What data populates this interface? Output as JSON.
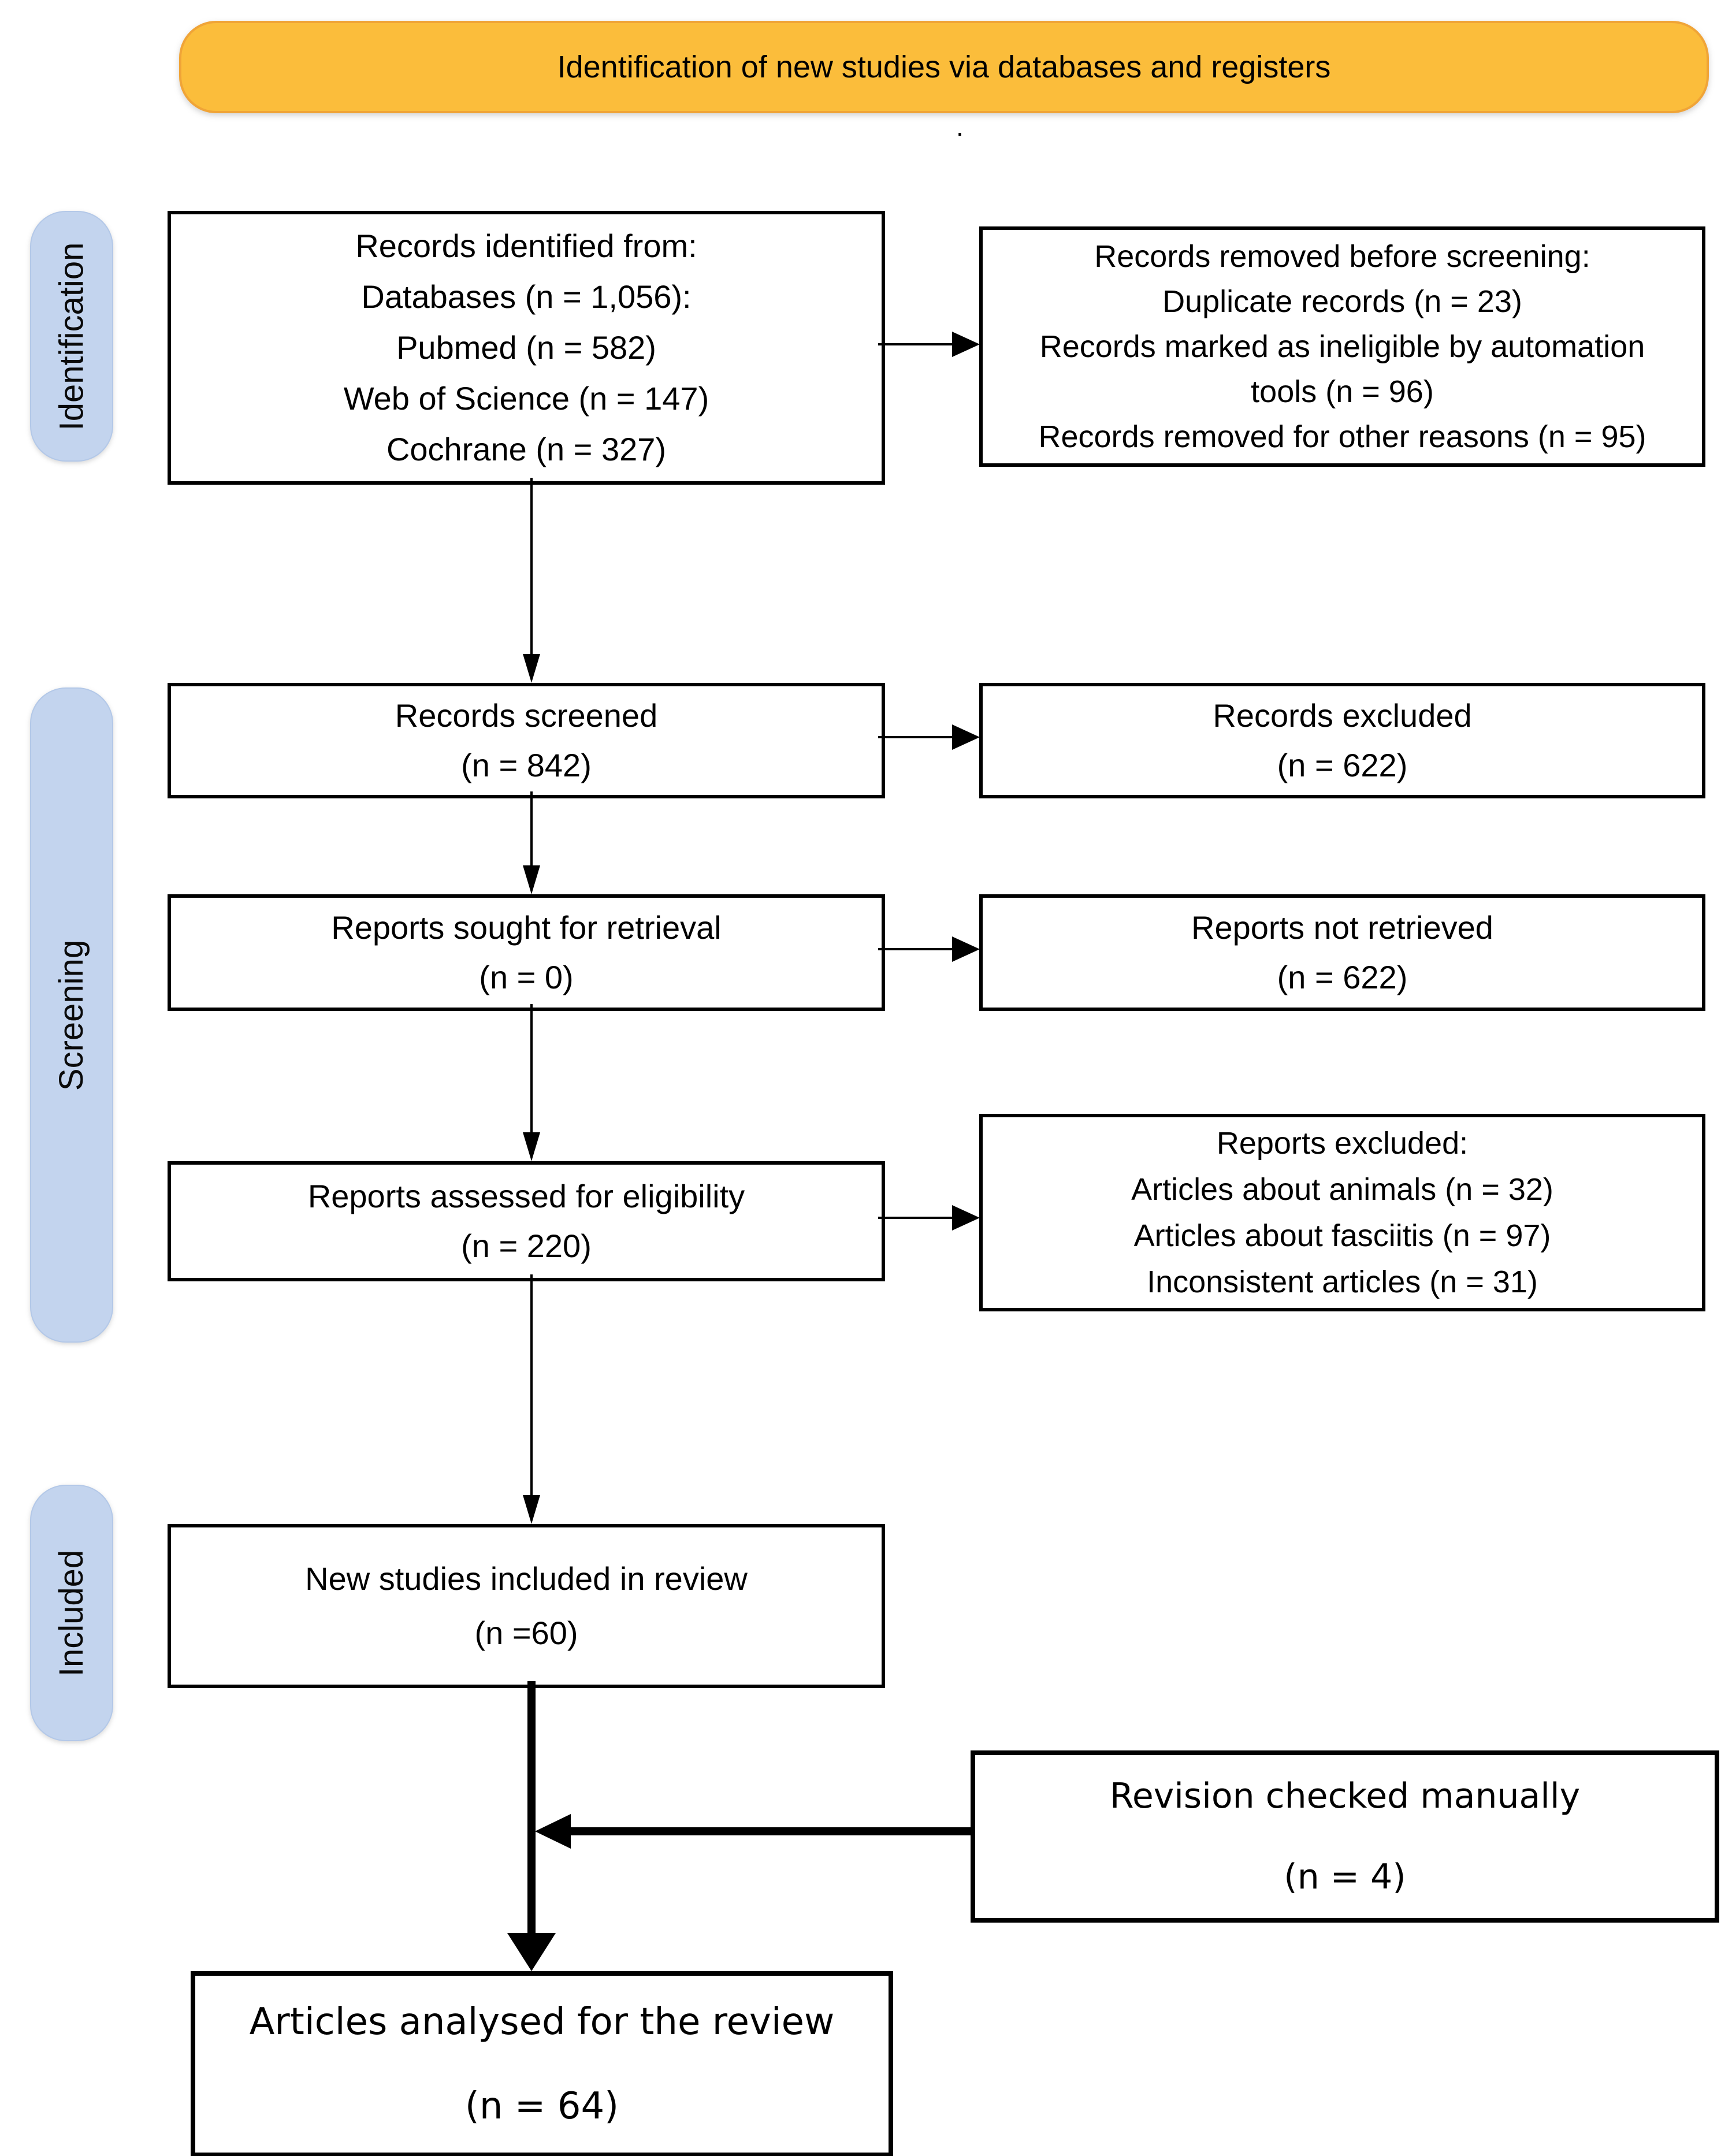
{
  "header": {
    "title": "Identification of new studies via databases and registers",
    "stray_mark": "."
  },
  "stages": {
    "identification": "Identification",
    "screening": "Screening",
    "included": "Included"
  },
  "boxes": {
    "records_identified": {
      "lines": [
        "Records identified from:",
        "Databases (n = 1,056):",
        "Pubmed (n = 582)",
        "Web of Science (n = 147)",
        "Cochrane (n = 327)"
      ]
    },
    "records_removed": {
      "lines": [
        "Records removed before screening:",
        "Duplicate records (n = 23)",
        "Records marked as ineligible by automation",
        "tools (n = 96)",
        "Records removed for other reasons (n = 95)"
      ]
    },
    "records_screened": {
      "lines": [
        "Records screened",
        "(n = 842)"
      ]
    },
    "records_excluded": {
      "lines": [
        "Records excluded",
        "(n = 622)"
      ]
    },
    "reports_sought": {
      "lines": [
        "Reports sought for retrieval",
        "(n = 0)"
      ]
    },
    "reports_not_retrieved": {
      "lines": [
        "Reports not retrieved",
        "(n = 622)"
      ]
    },
    "reports_assessed": {
      "lines": [
        "Reports assessed for eligibility",
        "(n = 220)"
      ]
    },
    "reports_excluded": {
      "lines": [
        "Reports excluded:",
        "Articles about animals (n = 32)",
        "Articles about fasciitis (n = 97)",
        "Inconsistent articles (n = 31)"
      ]
    },
    "new_studies_included": {
      "lines": [
        "New studies included in review",
        "(n =60)"
      ]
    },
    "revision_checked": {
      "lines": [
        "Revision checked manually",
        "(n = 4)"
      ]
    },
    "articles_analysed": {
      "lines": [
        "Articles analysed for the review",
        "(n = 64)"
      ]
    }
  },
  "colors": {
    "title_bg": "#FBBD3B",
    "title_border": "#F0A437",
    "stage_bg": "#C3D4EE",
    "stage_border": "#B3C8E8",
    "box_bg": "#FFFFFF",
    "box_border": "#000000",
    "arrow": "#000000"
  }
}
